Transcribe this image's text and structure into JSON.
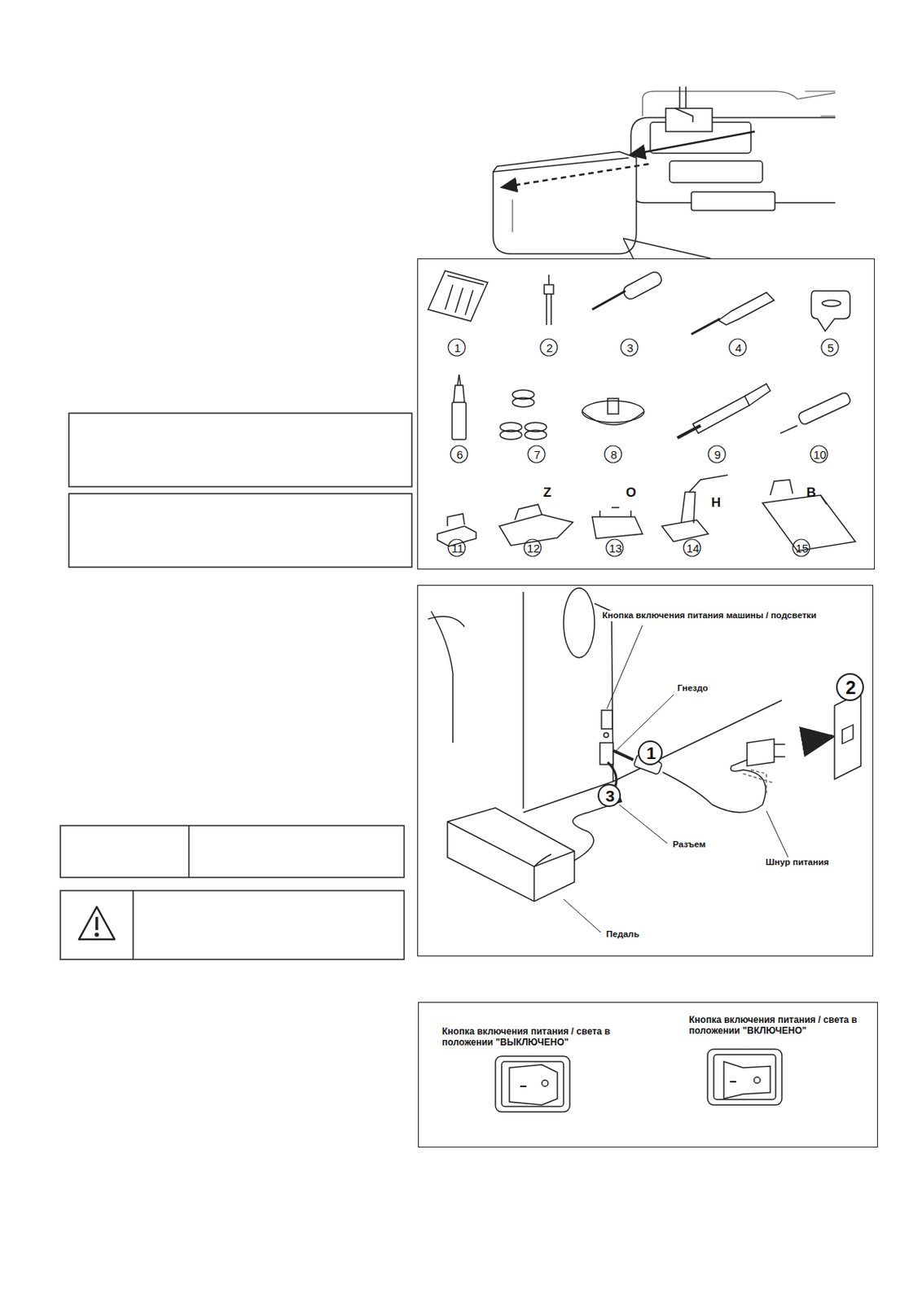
{
  "diagram": {
    "nodes": [
      {
        "text": [
          "1",
          "2",
          "3",
          "4",
          "5",
          "6",
          "7",
          "8",
          "9",
          "10",
          "11",
          "12",
          "13",
          "14",
          "15",
          "Z",
          "O",
          "H",
          "B"
        ]
      },
      {
        "text": [
          "Кнопка включения питания машины / подсветки",
          "Гнездо",
          "1",
          "2",
          "3",
          "Разъем",
          "Шнур питания",
          "Педаль"
        ]
      },
      {
        "text": [
          "Кнопка включения питания / света в положении \"ВЫКЛЮЧЕНО\"",
          "Кнопка включения питания / света в положении \"ВКЛЮЧЕНО\""
        ]
      }
    ]
  }
}
